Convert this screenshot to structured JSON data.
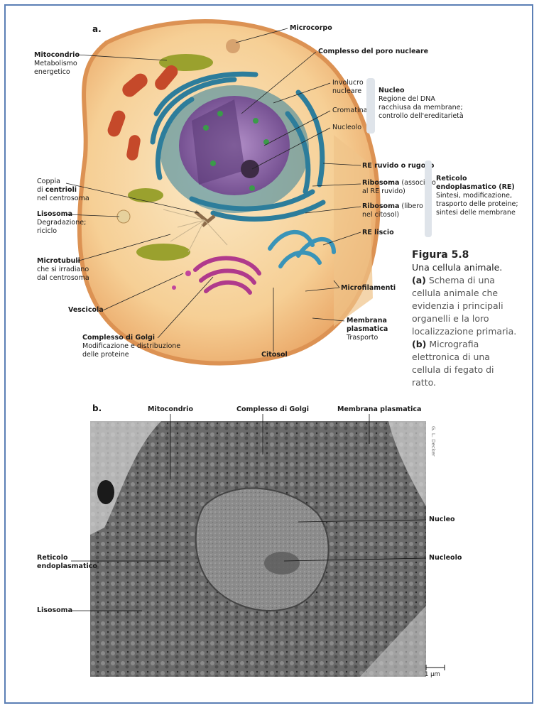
{
  "panel_a": {
    "letter": "a.",
    "labels": {
      "microcorpo": "Microcorpo",
      "poro": "Complesso del poro nucleare",
      "mitocondrio_t": "Mitocondrio",
      "mitocondrio_d1": "Metabolismo",
      "mitocondrio_d2": "energetico",
      "involucro1": "Involucro",
      "involucro2": "nucleare",
      "cromatina": "Cromatina",
      "nucleolo": "Nucleolo",
      "nucleo_t": "Nucleo",
      "nucleo_d1": "Regione del DNA",
      "nucleo_d2": "racchiusa da membrane;",
      "nucleo_d3": "controllo dell'ereditarietà",
      "re_ruvido": "RE ruvido o rugoso",
      "ribosoma1_t": "Ribosoma",
      "ribosoma1_d1": " (associato",
      "ribosoma1_d2": "al RE ruvido)",
      "ribosoma2_t": "Ribosoma",
      "ribosoma2_d1": " (libero",
      "ribosoma2_d2": "nel citosol)",
      "re_liscio": "RE liscio",
      "reticolo_t1": "Reticolo",
      "reticolo_t2": "endoplasmatico (RE)",
      "reticolo_d1": "Sintesi, modificazione,",
      "reticolo_d2": "trasporto delle proteine;",
      "reticolo_d3": "sintesi delle membrane",
      "coppia1": "Coppia",
      "coppia2a": "di ",
      "coppia2b": "centrioli",
      "coppia3": "nel centrosoma",
      "lisosoma_t": "Lisosoma",
      "lisosoma_d1": "Degradazione;",
      "lisosoma_d2": "riciclo",
      "microtubuli_t": "Microtubuli",
      "microtubuli_d1": "che si irradiano",
      "microtubuli_d2": "dal centrosoma",
      "microfilamenti": "Microfilamenti",
      "vescicola": "Vescicola",
      "membrana_t1": "Membrana",
      "membrana_t2": "plasmatica",
      "membrana_d": "Trasporto",
      "golgi_t": "Complesso di Golgi",
      "golgi_d1": "Modificazione e distribuzione",
      "golgi_d2": "delle proteine",
      "citosol": "Citosol"
    }
  },
  "caption": {
    "title": "Figura 5.8",
    "subtitle": "Una cellula animale.",
    "a_tag": "(a)",
    "a_text": " Schema di una cellula animale che evidenzia i principali organelli e la loro localizzazione primaria.",
    "b_tag": "(b)",
    "b_text": " Micrografia elettronica di una cellula di fegato di ratto."
  },
  "panel_b": {
    "letter": "b.",
    "labels": {
      "mitocondrio": "Mitocondrio",
      "golgi": "Complesso di Golgi",
      "membrana": "Membrana plasmatica",
      "nucleo": "Nucleo",
      "nucleolo": "Nucleolo",
      "reticolo1": "Reticolo",
      "reticolo2": "endoplasmatico",
      "lisosoma": "Lisosoma"
    },
    "credit": "G. L. Decker",
    "scale_bar": "1 μm"
  }
}
